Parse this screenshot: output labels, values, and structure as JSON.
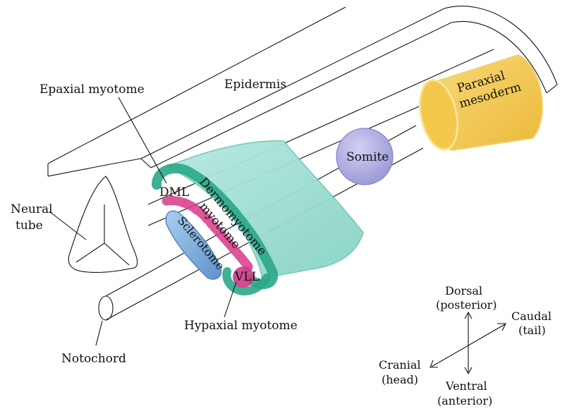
{
  "labels": {
    "epaxial": "Epaxial myotome",
    "epidermis": "Epidermis",
    "neural_tube_line1": "Neural",
    "neural_tube_line2": "tube",
    "dml": "DML",
    "dermomyotome": "Dermomyotome",
    "myotome": "myotome",
    "sclerotome": "Sclerotome",
    "vll": "VLL",
    "hypaxial": "Hypaxial myotome",
    "notochord": "Notochord",
    "somite": "Somite",
    "paraxial_line1": "Paraxial",
    "paraxial_line2": "mesoderm"
  },
  "compass": {
    "dorsal": "Dorsal",
    "posterior": "(posterior)",
    "caudal": "Caudal",
    "tail": "(tail)",
    "cranial": "Cranial",
    "head": "(head)",
    "ventral": "Ventral",
    "anterior": "(anterior)"
  },
  "colors": {
    "dermomyotome": "#9fdccf",
    "dermomyotome_edge": "#2aa787",
    "myotome": "#d63c86",
    "sclerotome": "#7fb1dc",
    "somite": "#a9a6dc",
    "paraxial_mesoderm": "#f4c84a"
  }
}
